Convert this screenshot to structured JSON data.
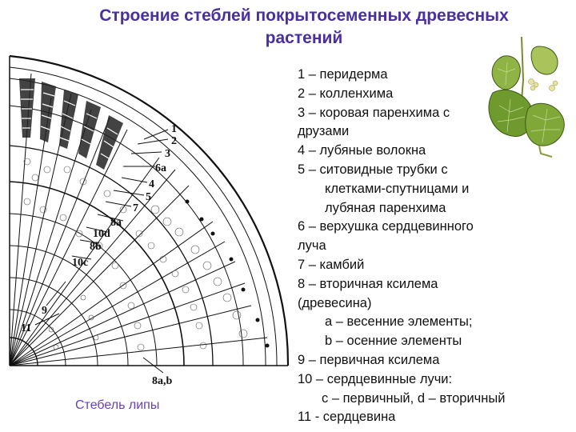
{
  "title": {
    "line1": "Строение стеблей покрытосеменных древесных",
    "line2": "растений"
  },
  "caption": "Стебель липы",
  "legend": [
    "1 – перидерма",
    "2 – колленхима",
    "3 – коровая паренхима с",
    "друзами",
    "4 – лубяные волокна",
    "5 – ситовидные трубки с",
    "клетками-спутницами и",
    "лубяная паренхима",
    "6 – верхушка сердцевинного",
    "луча",
    "7 – камбий",
    "8 – вторичная ксилема",
    "(древесина)",
    "а – весенние элементы;",
    "b – осенние элементы",
    "9 – первичная ксилема",
    "10 – сердцевинные лучи:",
    "c – первичный, d – вторичный",
    "11 - сердцевина"
  ],
  "diagram_labels": {
    "l1": "1",
    "l2": "2",
    "l3": "3",
    "l6a": "6а",
    "l4": "4",
    "l5": "5",
    "l7": "7",
    "l8a": "8а",
    "l10d": "10d",
    "l8b": "8b",
    "l10c": "10c",
    "l9": "9",
    "l11": "11",
    "l8ab": "8а,b"
  },
  "colors": {
    "title": "#4a2fa0",
    "caption": "#6a3fb8",
    "leaf": "#6f9a2e"
  }
}
